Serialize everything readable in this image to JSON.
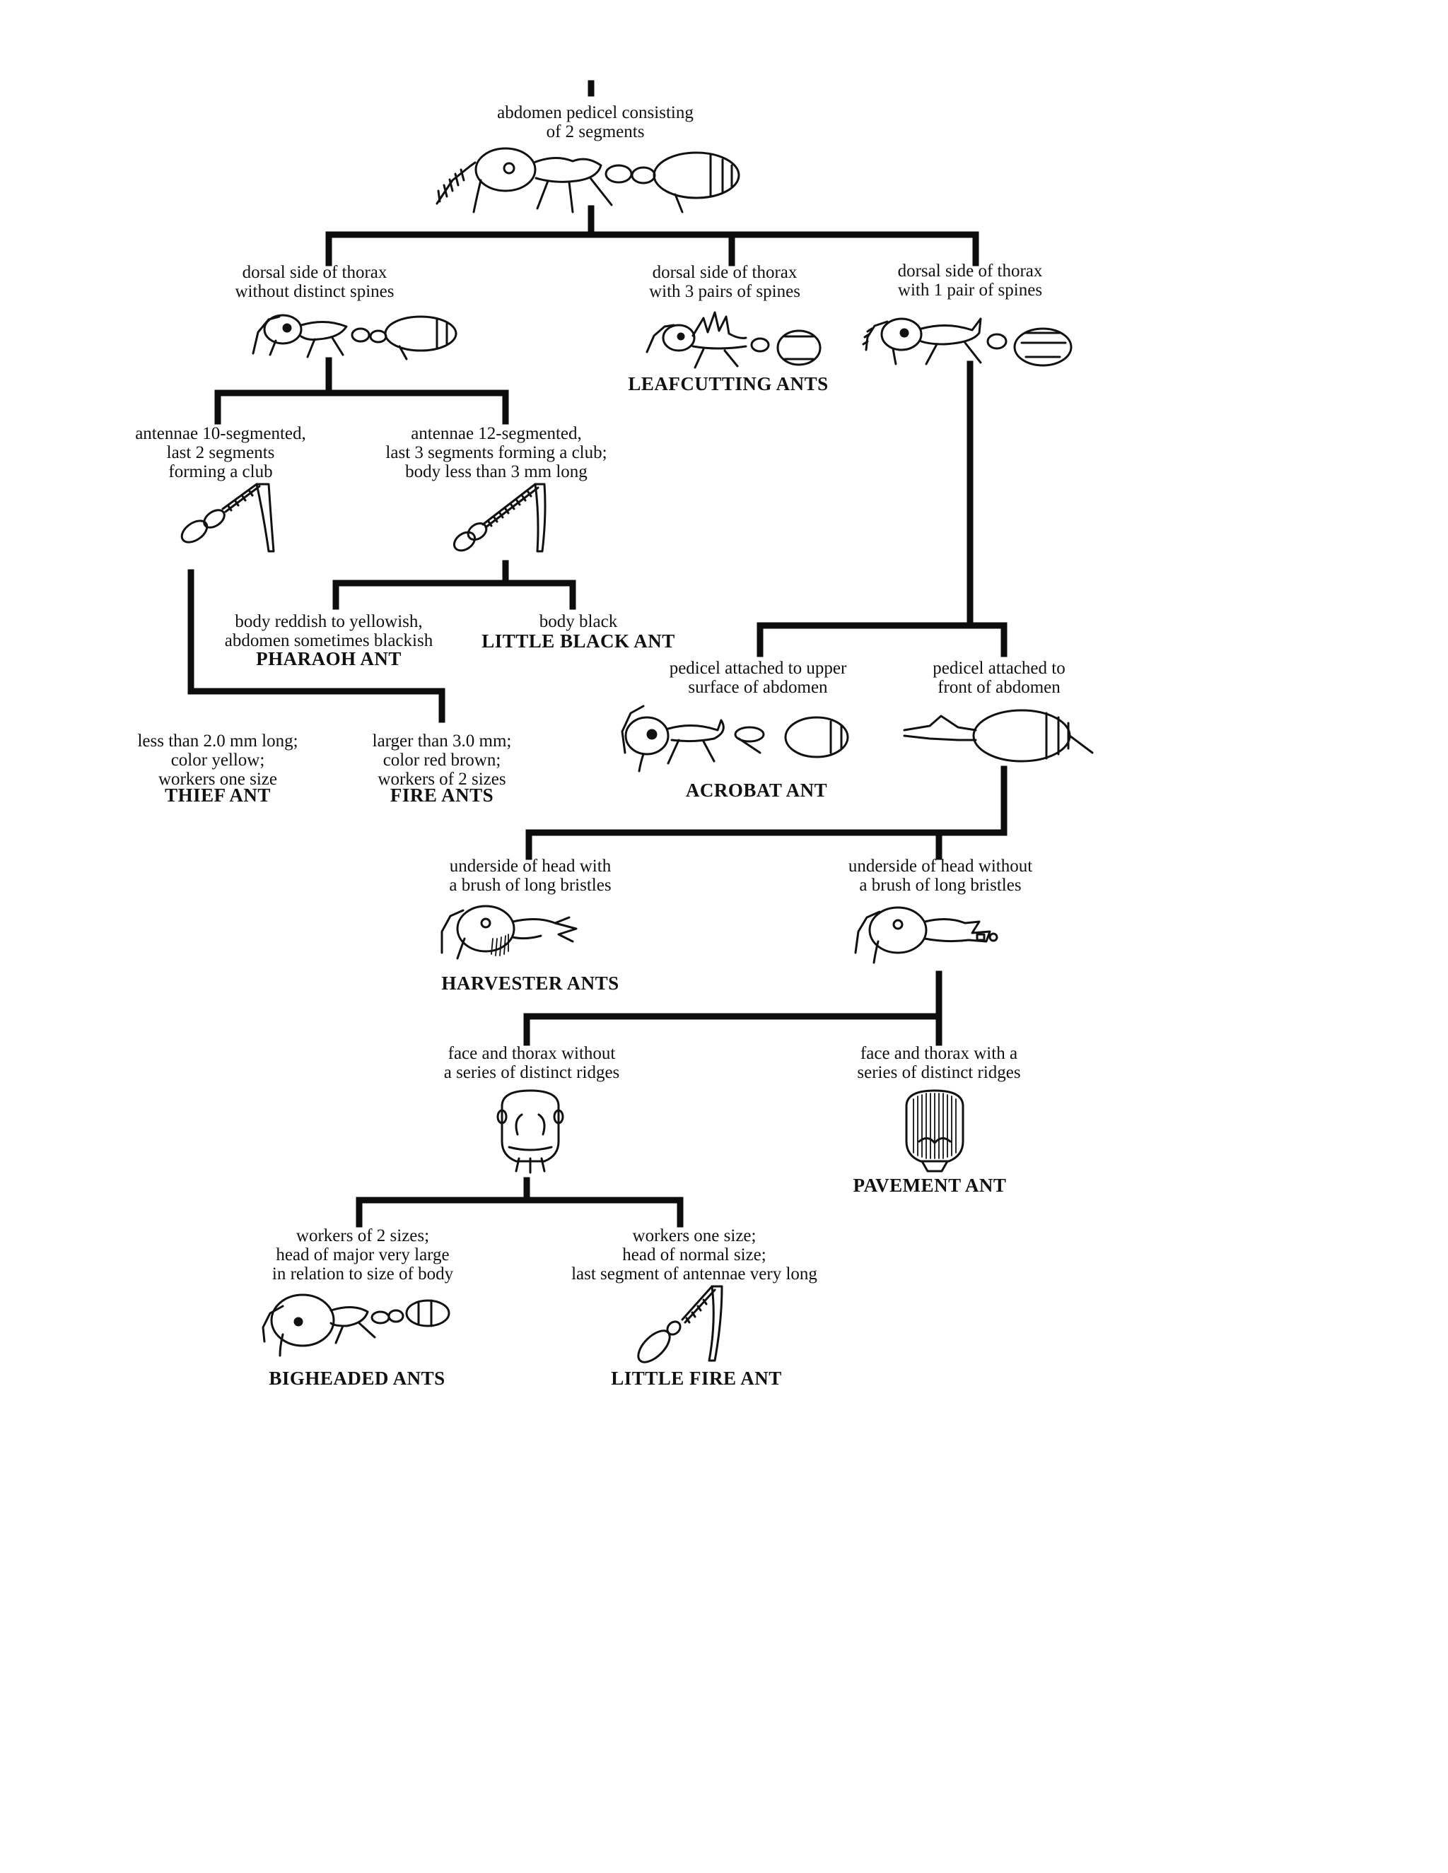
{
  "nodes": {
    "root": {
      "lines": [
        "abdomen pedicel consisting",
        "of 2 segments"
      ]
    },
    "no_spines": {
      "lines": [
        "dorsal side of thorax",
        "without distinct spines"
      ]
    },
    "three_pairs": {
      "lines": [
        "dorsal side of thorax",
        "with 3 pairs of spines"
      ],
      "name": "LEAFCUTTING ANTS"
    },
    "one_pair": {
      "lines": [
        "dorsal side of thorax",
        "with 1 pair of spines"
      ]
    },
    "ant10": {
      "lines": [
        "antennae 10-segmented,",
        "last 2 segments",
        "forming a club"
      ]
    },
    "ant12": {
      "lines": [
        "antennae 12-segmented,",
        "last 3 segments forming a club;",
        "body less than 3 mm long"
      ]
    },
    "reddish": {
      "lines": [
        "body reddish to yellowish,",
        "abdomen sometimes blackish"
      ],
      "name": "PHARAOH ANT"
    },
    "black": {
      "lines": [
        "body black"
      ],
      "name": "LITTLE BLACK ANT"
    },
    "small": {
      "lines": [
        "less than 2.0 mm long;",
        "color yellow;",
        "workers one size"
      ],
      "name": "THIEF ANT"
    },
    "large": {
      "lines": [
        "larger than 3.0 mm;",
        "color red brown;",
        "workers of 2 sizes"
      ],
      "name": "FIRE ANTS"
    },
    "upper": {
      "lines": [
        "pedicel attached to upper",
        "surface of abdomen"
      ],
      "name": "ACROBAT ANT"
    },
    "front": {
      "lines": [
        "pedicel attached to",
        "front of abdomen"
      ]
    },
    "brush": {
      "lines": [
        "underside of head with",
        "a brush of long bristles"
      ],
      "name": "HARVESTER ANTS"
    },
    "nobrush": {
      "lines": [
        "underside of head without",
        "a brush of long bristles"
      ]
    },
    "noridges": {
      "lines": [
        "face and thorax without",
        "a series of distinct ridges"
      ]
    },
    "ridges": {
      "lines": [
        "face and thorax with a",
        "series of distinct ridges"
      ],
      "name": "PAVEMENT ANT"
    },
    "twosizes": {
      "lines": [
        "workers of 2 sizes;",
        "head of major very large",
        "in relation to size of body"
      ],
      "name": "BIGHEADED ANTS"
    },
    "onesize": {
      "lines": [
        "workers one size;",
        "head of normal size;",
        "last segment of antennae very long"
      ],
      "name": "LITTLE FIRE ANT"
    }
  }
}
